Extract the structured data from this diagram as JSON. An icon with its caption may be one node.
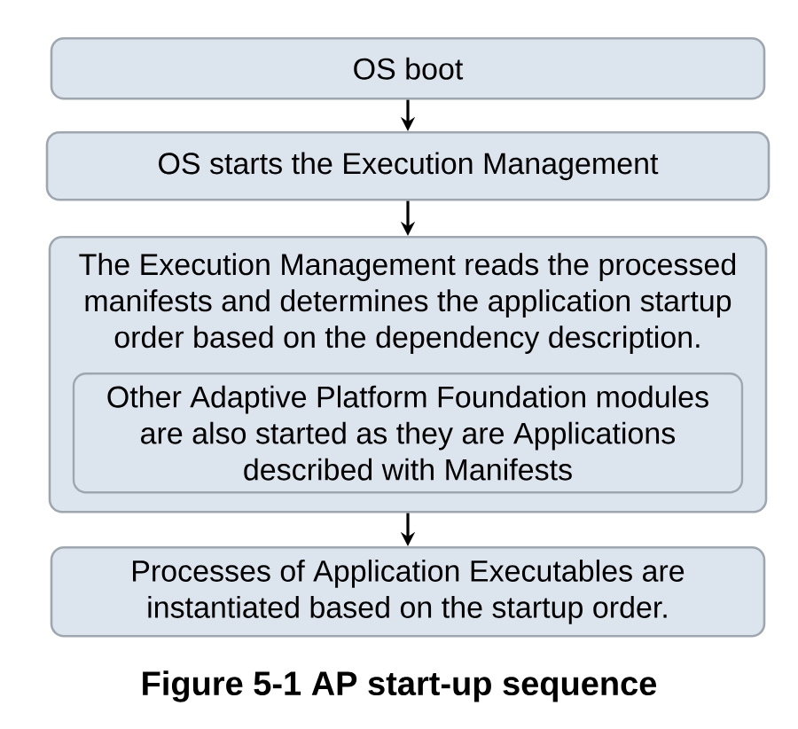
{
  "diagram": {
    "caption": "Figure 5-1 AP start-up sequence",
    "nodes": [
      {
        "text": [
          "OS boot"
        ]
      },
      {
        "text": [
          "OS starts the Execution Management"
        ]
      },
      {
        "text": [
          "The Execution Management reads the processed manifests and determines the application startup order based on the dependency description."
        ]
      },
      {
        "text": [
          "Other Adaptive Platform Foundation modules are also started as they are Applications described with Manifests"
        ],
        "in": 2
      },
      {
        "text": [
          "Processes of Application Executables are instantiated based on the startup order."
        ]
      }
    ],
    "edges": [
      {
        "from": 0,
        "to": 1,
        "arrow": "to"
      },
      {
        "from": 1,
        "to": 2,
        "arrow": "to"
      },
      {
        "from": 2,
        "to": 4,
        "arrow": "to"
      }
    ]
  }
}
